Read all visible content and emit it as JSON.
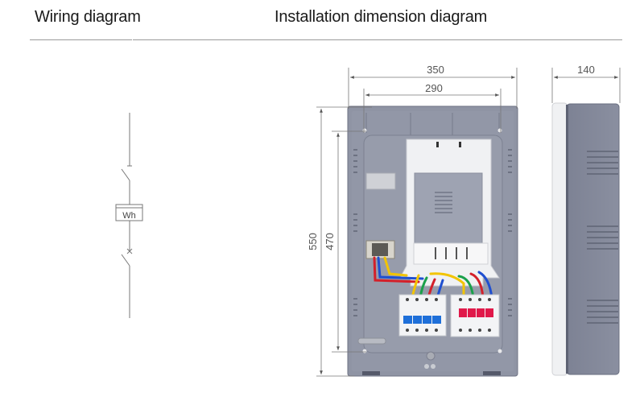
{
  "headers": {
    "wiring_title": "Wiring diagram",
    "installation_title": "Installation dimension diagram"
  },
  "wiring_diagram": {
    "meter_label": "Wh",
    "elements": [
      "incoming-line",
      "isolating-switch",
      "energy-meter",
      "circuit-breaker",
      "outgoing-line"
    ]
  },
  "dimensions": {
    "unit": "mm",
    "overall_width": "350",
    "mounting_width": "290",
    "overall_height": "550",
    "mounting_height": "470",
    "depth": "140"
  },
  "colors": {
    "enclosure_gray": "#8e93a3",
    "enclosure_dark": "#737889",
    "panel_white": "#f1f2f4",
    "breaker_blue": "#1e6fd9",
    "breaker_red": "#e0194a",
    "wire_yellow": "#f2c400",
    "wire_green": "#1aa04a",
    "wire_red": "#d3202a",
    "wire_blue": "#1f4fd0",
    "dim_line": "#777777"
  }
}
